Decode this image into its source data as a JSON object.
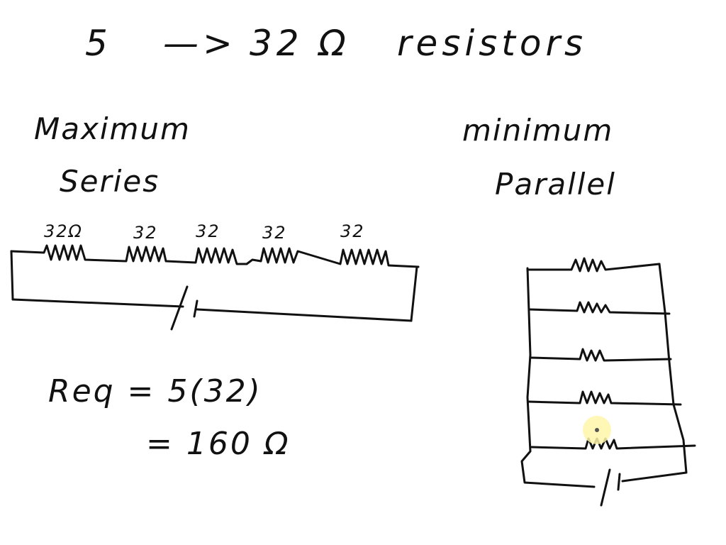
{
  "title": {
    "count": "5",
    "arrow": "—>",
    "value": "32 Ω",
    "word": "resistors"
  },
  "series_side": {
    "heading_1": "Maximum",
    "heading_2": "Series",
    "labels": [
      "32Ω",
      "32",
      "32",
      "32",
      "32"
    ],
    "equation_line_1": "Req = 5(32)",
    "equation_line_2": "= 160 Ω"
  },
  "parallel_side": {
    "heading_1": "minimum",
    "heading_2": "Parallel",
    "branch_count": 5
  },
  "colors": {
    "ink": "#111111",
    "cursor_highlight": "#fff6a8"
  }
}
